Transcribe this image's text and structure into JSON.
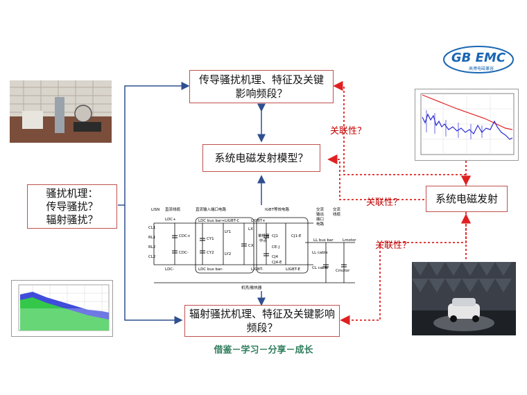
{
  "boxes": {
    "top": "传导骚扰机理、特征及关键影响频段？",
    "model": "系统电磁发射模型？",
    "left_line1": "骚扰机理：",
    "left_line2": "传导骚扰？",
    "left_line3": "辐射骚扰？",
    "right": "系统电磁发射",
    "bottom": "辐射骚扰机理、特征及关键影响频段？"
  },
  "relation_labels": [
    "关联性？",
    "关联性？",
    "关联性？"
  ],
  "footer": "借鉴－学习－分享－成长",
  "logo": {
    "main": "GB EMC",
    "sub": "高博电磁兼容"
  },
  "circuit": {
    "sections": [
      "LISN",
      "直流线缆",
      "直流输入端口电路",
      "IGBT等效电路",
      "交流",
      "交流",
      "输出",
      "线缆",
      "端口",
      "电路"
    ],
    "caps": [
      "CL1",
      "RL1",
      "RL2",
      "CL2",
      "CDC+",
      "CDC-",
      "CY1",
      "CY2",
      "LY1",
      "LY2",
      "CX",
      "LX",
      "CJ1",
      "CJ1-E",
      "CE-J",
      "CJ4",
      "CJ4-E",
      "CL cable",
      "Cmotor"
    ],
    "inductors": [
      "LDC+",
      "LDC-",
      "LDC bus bar+",
      "LDC bus bar-",
      "LIGBT-C",
      "LIGBT+",
      "LIGBT-",
      "LIGBT-E",
      "LL bus bar",
      "LL cable",
      "Lmotor"
    ],
    "labels": [
      "单桥臂",
      "中点",
      "机壳/散热器"
    ],
    "colors": {
      "box_border": "#c0504d",
      "arrow_blue": "#2f4f8f",
      "dashed_red": "#e02020"
    }
  }
}
